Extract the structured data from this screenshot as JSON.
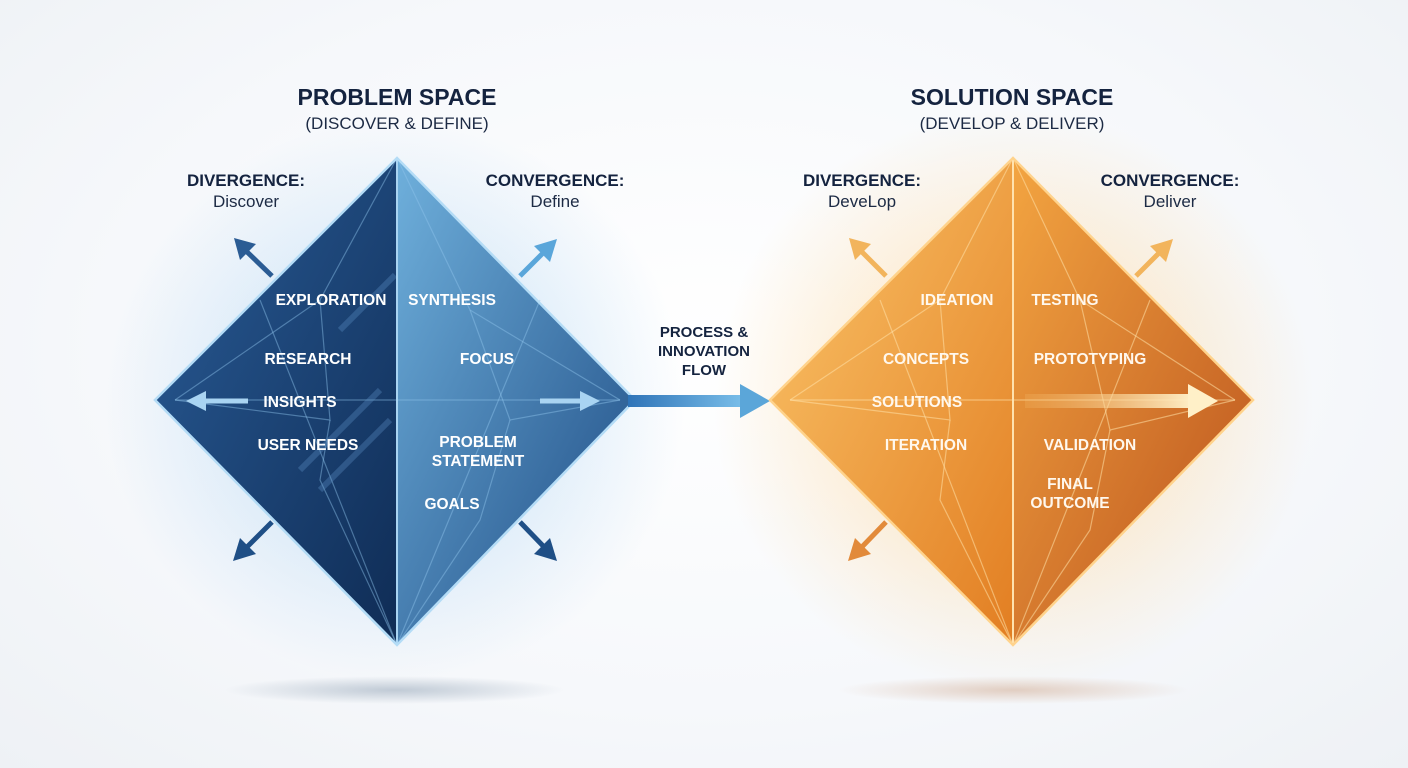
{
  "problem_space": {
    "title": "PROBLEM SPACE",
    "subtitle": "(DISCOVER & DEFINE)",
    "divergence": {
      "heading": "DIVERGENCE:",
      "label": "Discover"
    },
    "convergence": {
      "heading": "CONVERGENCE:",
      "label": "Define"
    },
    "left_items": [
      "EXPLORATION",
      "RESEARCH",
      "INSIGHTS",
      "USER NEEDS"
    ],
    "right_items": [
      "SYNTHESIS",
      "FOCUS",
      "PROBLEM",
      "STATEMENT",
      "GOALS"
    ],
    "color": "#1e4f86"
  },
  "flow": {
    "lines": [
      "PROCESS &",
      "INNOVATION",
      "FLOW"
    ],
    "color": "#5ba6d9"
  },
  "solution_space": {
    "title": "SOLUTION SPACE",
    "subtitle": "(DEVELOP & DELIVER)",
    "divergence": {
      "heading": "DIVERGENCE:",
      "label": "DeveLop"
    },
    "convergence": {
      "heading": "CONVERGENCE:",
      "label": "Deliver"
    },
    "left_items": [
      "IDEATION",
      "CONCEPTS",
      "SOLUTIONS",
      "ITERATION"
    ],
    "right_items": [
      "TESTING",
      "PROTOTYPING",
      "VALIDATION",
      "FINAL",
      "OUTCOME"
    ],
    "color": "#e8892e"
  }
}
